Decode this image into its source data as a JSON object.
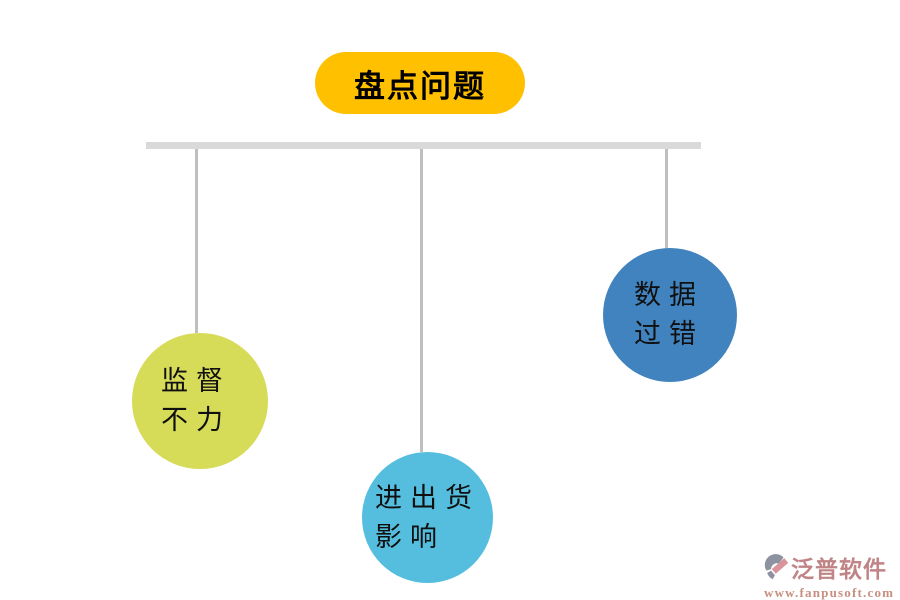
{
  "title": {
    "label": "盘点问题",
    "background": "#FFC000",
    "text_color": "#000000"
  },
  "connector": {
    "bar_color": "#D9D9D9",
    "line_color": "#BFBFBF"
  },
  "nodes": [
    {
      "id": "supervision-weak",
      "label_line1": "监督",
      "label_line2": "不力",
      "color": "#D6DB58"
    },
    {
      "id": "inout-goods-impact",
      "label_line1": "进出货",
      "label_line2": "影响",
      "color": "#55BEDF"
    },
    {
      "id": "data-errors",
      "label_line1": "数据",
      "label_line2": "过错",
      "color": "#4183BE"
    }
  ],
  "watermark": {
    "brand": "泛普软件",
    "url": "www.fanpusoft.com",
    "brand_color": "#C08486",
    "url_color": "#C78F80",
    "icon_gray": "#8D92A0",
    "icon_pink": "#D9949B"
  }
}
